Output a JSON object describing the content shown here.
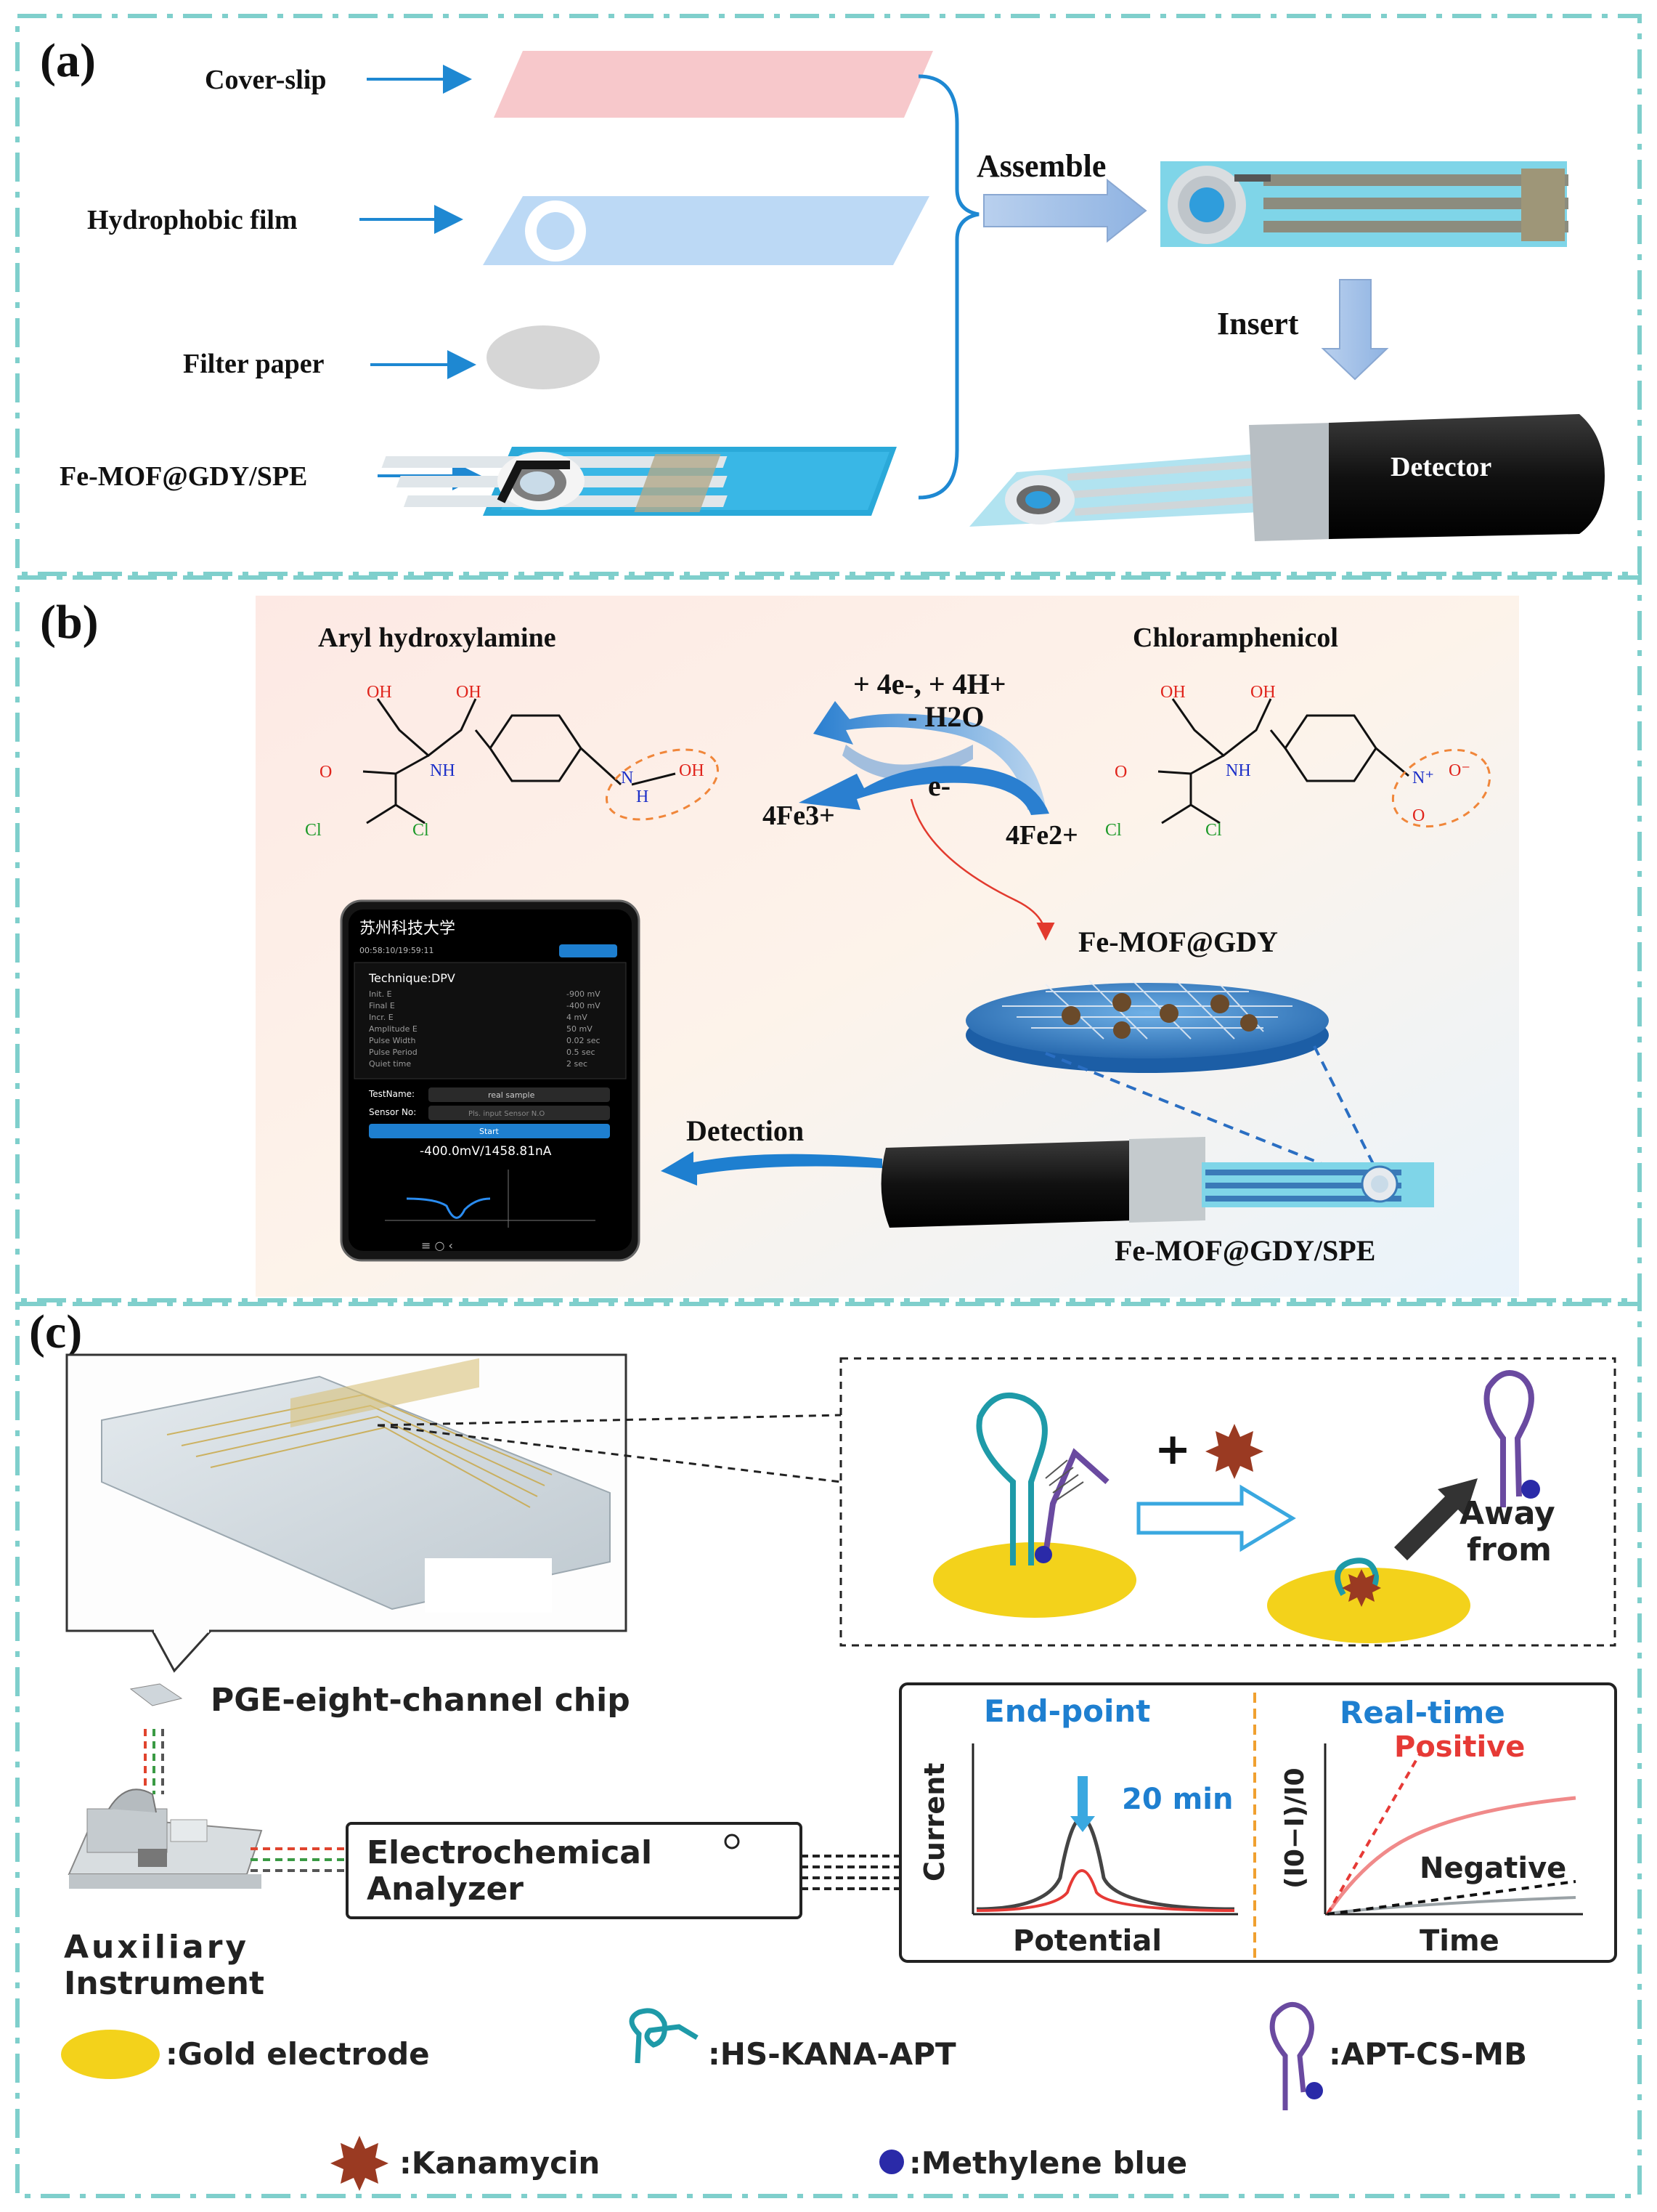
{
  "panel_a": {
    "label": "(a)",
    "layer_labels": [
      "Cover-slip",
      "Hydrophobic film",
      "Filter paper",
      "Fe-MOF@GDY/SPE"
    ],
    "assemble": "Assemble",
    "insert": "Insert",
    "detector": "Detector"
  },
  "panel_b": {
    "label": "(b)",
    "aryl": "Aryl hydroxylamine",
    "chloramphenicol": "Chloramphenicol",
    "reaction_line1": "+ 4e-, + 4H+",
    "reaction_line2": "- H2O",
    "fe3": "4Fe3+",
    "fe2": "4Fe2+",
    "electron": "e-",
    "material": "Fe-MOF@GDY",
    "detection": "Detection",
    "electrode": "Fe-MOF@GDY/SPE",
    "phone": {
      "school": "苏州科技大学",
      "time": "00:58:10/19:59:11",
      "technique": "Technique:DPV",
      "params": [
        [
          "Init. E",
          "-900 mV"
        ],
        [
          "Final E",
          "-400 mV"
        ],
        [
          "Incr. E",
          "4 mV"
        ],
        [
          "Amplitude E",
          "50 mV"
        ],
        [
          "Pulse Width",
          "0.02 sec"
        ],
        [
          "Pulse Period",
          "0.5 sec"
        ],
        [
          "Quiet time",
          "2 sec"
        ]
      ],
      "testname_label": "TestName:",
      "testname_value": "real sample",
      "sensor_label": "Sensor No:",
      "sensor_value": "Pls. input Sensor N.O",
      "start": "Start",
      "reading": "-400.0mV/1458.81nA"
    }
  },
  "panel_c": {
    "label": "(c)",
    "chip": "PGE-eight-channel chip",
    "analyzer_line1": "Electrochemical",
    "analyzer_line2": "Analyzer",
    "aux_line1": "Auxiliary",
    "aux_line2": "Instrument",
    "away_line1": "Away",
    "away_line2": "from",
    "endpoint": "End-point",
    "realtime": "Real-time",
    "min20": "20 min",
    "current": "Current",
    "potential": "Potential",
    "ratio": "(I0−I)/I0",
    "time": "Time",
    "positive": "Positive",
    "negative": "Negative",
    "legend": {
      "gold": ":Gold electrode",
      "hs": ":HS-KANA-APT",
      "apt": ":APT-CS-MB",
      "kana": ":Kanamycin",
      "mb": ":Methylene blue"
    }
  },
  "colors": {
    "frame": "#7fcfcc",
    "arrow_blue": "#1e88d2",
    "gold": "#f3d21b",
    "teal_strand": "#1e9aa8",
    "purple_strand": "#6a4aa0",
    "methylene": "#2a2aa8",
    "kanamycin": "#9a3a22",
    "chart_blue": "#1e7fd0",
    "positive_red": "#e63a36",
    "divider_orange": "#f0a030"
  }
}
